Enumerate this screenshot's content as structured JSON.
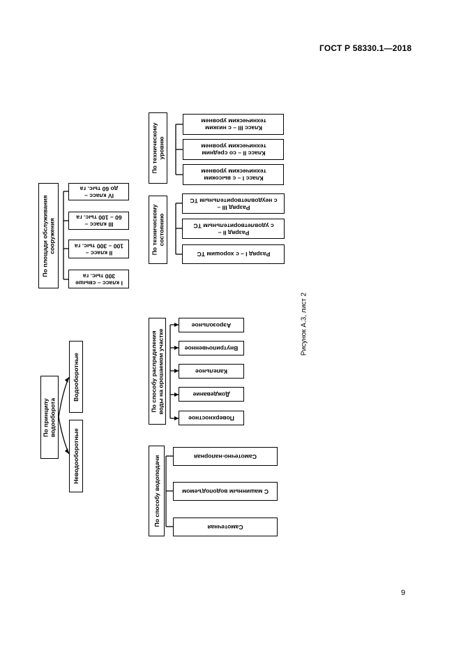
{
  "header": {
    "doc_code": "ГОСТ Р 58330.1—2018"
  },
  "page_number": "9",
  "caption": "Рисунок А.3, лист 2",
  "groups": {
    "tech_level": {
      "title": "По техническому\nуровню",
      "items": [
        "Класс III – с низким\nтехническим уровнем",
        "Класс II – со средним\nтехническим уровнем",
        "Класс I – с высоким\nтехническим уровнем"
      ]
    },
    "tech_state": {
      "title": "По техническому\nсостоянию",
      "items": [
        "Разряд III –\nс неудовлетворительным ТС",
        "Разряд II –\nс удовлетворительным ТС",
        "Разряд I – с хорошим ТС"
      ]
    },
    "service_area": {
      "title": "По площади обслуживания\nсооружения",
      "items": [
        "IV класс –\nдо 60 тыс. га",
        "III класс –\n60 – 100 тыс. га",
        "II класс –\n100 – 300 тыс. га",
        "I класс – свыше\n300 тыс. га"
      ]
    },
    "water_circulation": {
      "title": "По принципу\nводооборота",
      "items": [
        "Водооборотные",
        "Неводооборотные"
      ]
    },
    "distribution": {
      "title": "По способу распределения\nводы на орошаемом участке",
      "items": [
        "Аэрозольное",
        "Внутрипочвенное",
        "Капельное",
        "Дождевание",
        "Поверхностное"
      ]
    },
    "water_supply": {
      "title": "По способу водоподачи",
      "items": [
        "Самотечно-напорная",
        "С машинным водоподъемом",
        "Самотечная"
      ]
    }
  }
}
